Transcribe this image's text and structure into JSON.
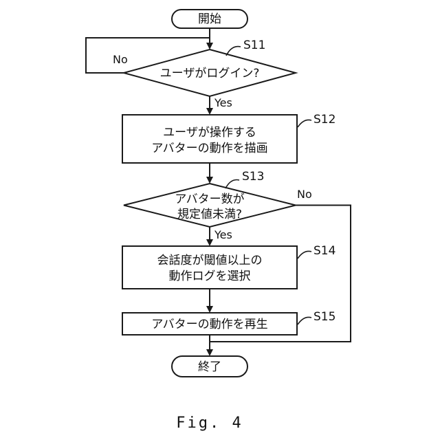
{
  "figure_caption": "Fig. 4",
  "flowchart": {
    "start_label": "開始",
    "end_label": "終了",
    "branch_labels": {
      "yes": "Yes",
      "no": "No"
    },
    "steps": {
      "s11": {
        "id": "S11",
        "text": "ユーザがログイン?"
      },
      "s12": {
        "id": "S12",
        "line1": "ユーザが操作する",
        "line2": "アバターの動作を描画"
      },
      "s13": {
        "id": "S13",
        "line1": "アバター数が",
        "line2": "規定値未満?"
      },
      "s14": {
        "id": "S14",
        "line1": "会話度が閾値以上の",
        "line2": "動作ログを選択"
      },
      "s15": {
        "id": "S15",
        "text": "アバターの動作を再生"
      }
    }
  }
}
